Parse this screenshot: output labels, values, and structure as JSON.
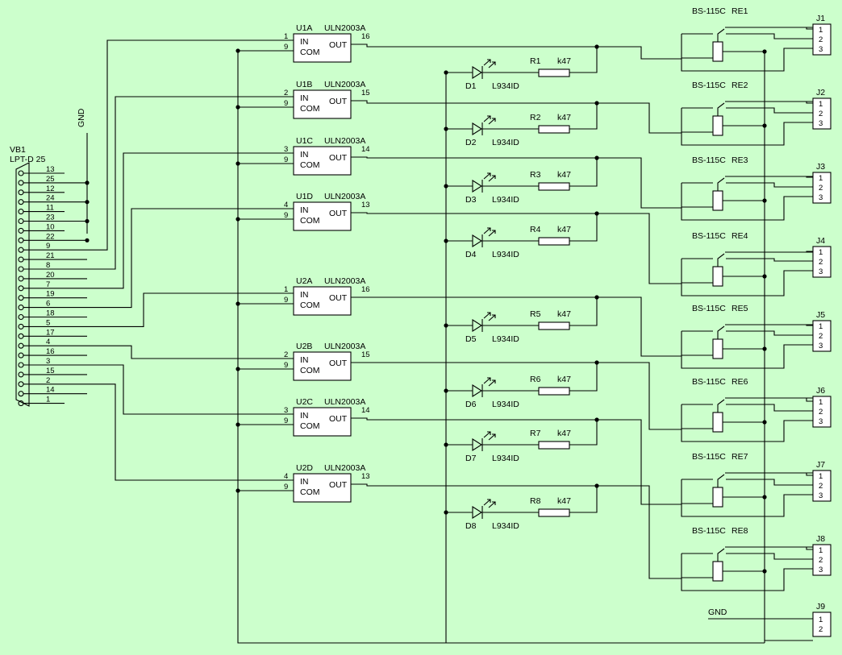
{
  "colors": {
    "background": "#ccffcc",
    "line": "#000000",
    "component_fill": "#ffffff"
  },
  "connector": {
    "ref": "VB1",
    "type": "LPT-D 25",
    "gnd_label": "GND",
    "pins_top_row": [
      "13",
      "12",
      "11",
      "10",
      "9",
      "8",
      "7",
      "6",
      "5",
      "4",
      "3",
      "2",
      "1"
    ],
    "pins_bottom_row": [
      "25",
      "24",
      "23",
      "22",
      "21",
      "20",
      "19",
      "18",
      "17",
      "16",
      "15",
      "14"
    ]
  },
  "drivers": [
    {
      "ref": "U1A",
      "part": "ULN2003A",
      "in_pin": "1",
      "com_pin": "9",
      "out_pin": "16",
      "in": "IN",
      "com": "COM",
      "out": "OUT"
    },
    {
      "ref": "U1B",
      "part": "ULN2003A",
      "in_pin": "2",
      "com_pin": "9",
      "out_pin": "15",
      "in": "IN",
      "com": "COM",
      "out": "OUT"
    },
    {
      "ref": "U1C",
      "part": "ULN2003A",
      "in_pin": "3",
      "com_pin": "9",
      "out_pin": "14",
      "in": "IN",
      "com": "COM",
      "out": "OUT"
    },
    {
      "ref": "U1D",
      "part": "ULN2003A",
      "in_pin": "4",
      "com_pin": "9",
      "out_pin": "13",
      "in": "IN",
      "com": "COM",
      "out": "OUT"
    },
    {
      "ref": "U2A",
      "part": "ULN2003A",
      "in_pin": "1",
      "com_pin": "9",
      "out_pin": "16",
      "in": "IN",
      "com": "COM",
      "out": "OUT"
    },
    {
      "ref": "U2B",
      "part": "ULN2003A",
      "in_pin": "2",
      "com_pin": "9",
      "out_pin": "15",
      "in": "IN",
      "com": "COM",
      "out": "OUT"
    },
    {
      "ref": "U2C",
      "part": "ULN2003A",
      "in_pin": "3",
      "com_pin": "9",
      "out_pin": "14",
      "in": "IN",
      "com": "COM",
      "out": "OUT"
    },
    {
      "ref": "U2D",
      "part": "ULN2003A",
      "in_pin": "4",
      "com_pin": "9",
      "out_pin": "13",
      "in": "IN",
      "com": "COM",
      "out": "OUT"
    }
  ],
  "leds": [
    {
      "ref": "D1",
      "part": "L934ID"
    },
    {
      "ref": "D2",
      "part": "L934ID"
    },
    {
      "ref": "D3",
      "part": "L934ID"
    },
    {
      "ref": "D4",
      "part": "L934ID"
    },
    {
      "ref": "D5",
      "part": "L934ID"
    },
    {
      "ref": "D6",
      "part": "L934ID"
    },
    {
      "ref": "D7",
      "part": "L934ID"
    },
    {
      "ref": "D8",
      "part": "L934ID"
    }
  ],
  "resistors": [
    {
      "ref": "R1",
      "value": "k47"
    },
    {
      "ref": "R2",
      "value": "k47"
    },
    {
      "ref": "R3",
      "value": "k47"
    },
    {
      "ref": "R4",
      "value": "k47"
    },
    {
      "ref": "R5",
      "value": "k47"
    },
    {
      "ref": "R6",
      "value": "k47"
    },
    {
      "ref": "R7",
      "value": "k47"
    },
    {
      "ref": "R8",
      "value": "k47"
    }
  ],
  "relays": [
    {
      "part": "BS-115C",
      "ref": "RE1"
    },
    {
      "part": "BS-115C",
      "ref": "RE2"
    },
    {
      "part": "BS-115C",
      "ref": "RE3"
    },
    {
      "part": "BS-115C",
      "ref": "RE4"
    },
    {
      "part": "BS-115C",
      "ref": "RE5"
    },
    {
      "part": "BS-115C",
      "ref": "RE6"
    },
    {
      "part": "BS-115C",
      "ref": "RE7"
    },
    {
      "part": "BS-115C",
      "ref": "RE8"
    }
  ],
  "terminals": [
    {
      "ref": "J1",
      "pins": [
        "1",
        "2",
        "3"
      ]
    },
    {
      "ref": "J2",
      "pins": [
        "1",
        "2",
        "3"
      ]
    },
    {
      "ref": "J3",
      "pins": [
        "1",
        "2",
        "3"
      ]
    },
    {
      "ref": "J4",
      "pins": [
        "1",
        "2",
        "3"
      ]
    },
    {
      "ref": "J5",
      "pins": [
        "1",
        "2",
        "3"
      ]
    },
    {
      "ref": "J6",
      "pins": [
        "1",
        "2",
        "3"
      ]
    },
    {
      "ref": "J7",
      "pins": [
        "1",
        "2",
        "3"
      ]
    },
    {
      "ref": "J8",
      "pins": [
        "1",
        "2",
        "3"
      ]
    }
  ],
  "power_terminal": {
    "ref": "J9",
    "pins": [
      "1",
      "2"
    ],
    "gnd_label": "GND"
  }
}
